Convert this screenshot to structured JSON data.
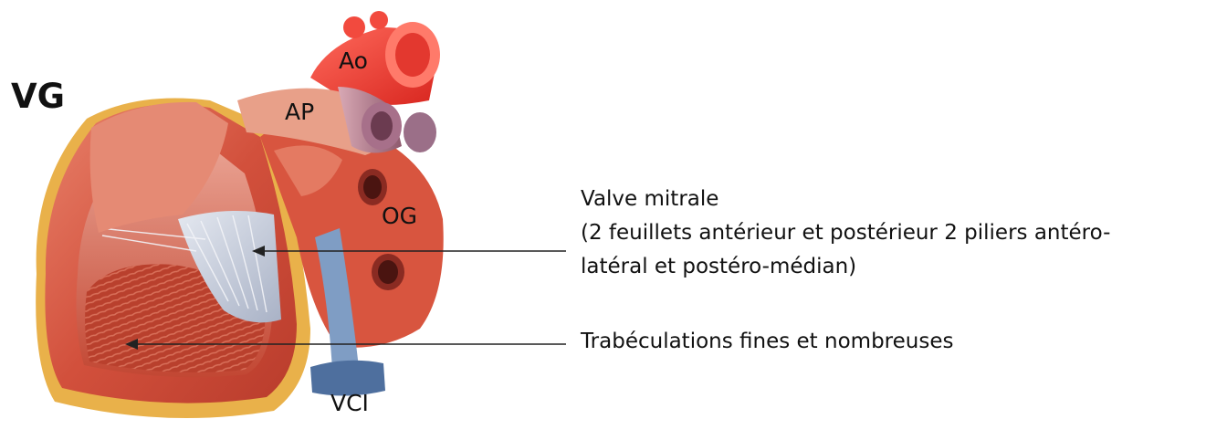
{
  "title": "VG",
  "labels": {
    "ao": "Ao",
    "ap": "AP",
    "og": "OG",
    "vci": "VCI"
  },
  "annotations": {
    "valve_title": "Valve mitrale",
    "valve_line1": "(2 feuillets antérieur et postérieur 2 piliers antéro-",
    "valve_line2": "latéral et postéro-médian)",
    "trabeculations": "Trabéculations fines et nombreuses"
  },
  "colors": {
    "myocardium": "#d8553f",
    "muscle_light": "#e58a74",
    "aorta": "#f03a35",
    "pulmonary_artery": "#b87d8f",
    "vein": "#5a7da8",
    "fat": "#e9b14a",
    "valve_tissue": "#c9cfdc",
    "leader_line": "#222222"
  }
}
